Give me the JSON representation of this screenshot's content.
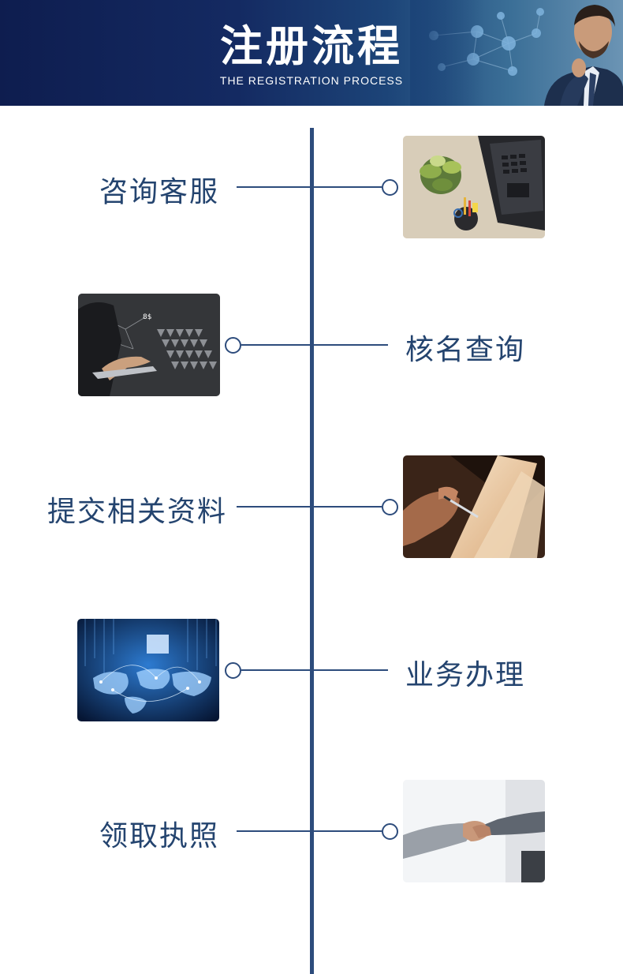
{
  "header": {
    "title": "注册流程",
    "subtitle": "THE REGISTRATION PROCESS"
  },
  "steps": [
    {
      "label": "咨询客服",
      "image": "desk-with-laptop-and-plant-photo"
    },
    {
      "label": "核名查询",
      "image": "hand-touching-digital-interface-photo"
    },
    {
      "label": "提交相关资料",
      "image": "hand-signing-documents-photo"
    },
    {
      "label": "业务办理",
      "image": "digital-world-map-network-photo"
    },
    {
      "label": "领取执照",
      "image": "business-handshake-photo"
    }
  ],
  "colors": {
    "banner": "#142a62",
    "timeline": "#2d4c7c",
    "label": "#24446f"
  }
}
